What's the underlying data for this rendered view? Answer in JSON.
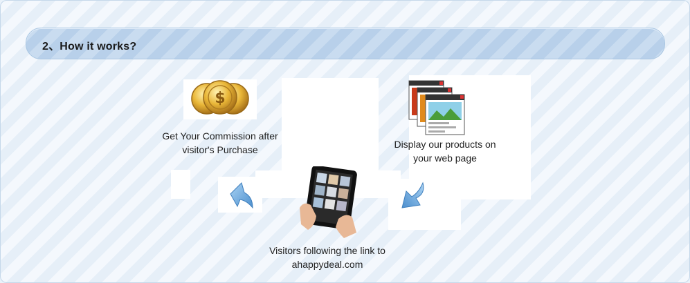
{
  "section": {
    "title": "2、How it works?"
  },
  "steps": [
    {
      "id": "commission",
      "caption_line1": "Get Your Commission after",
      "caption_line2": "visitor's Purchase",
      "icon": "gold-coins-icon"
    },
    {
      "id": "display",
      "caption_line1": "Display our products on",
      "caption_line2": "your web page",
      "icon": "browser-windows-icon"
    },
    {
      "id": "visitors",
      "caption_line1": "Visitors following the link to",
      "caption_line2": "ahappydeal.com",
      "icon": "tablet-hands-icon"
    }
  ],
  "arrows": [
    {
      "name": "up-left-arrow-icon",
      "direction": "up-left"
    },
    {
      "name": "down-left-arrow-icon",
      "direction": "down-left"
    }
  ],
  "colors": {
    "coin_gold": "#e0a829",
    "arrow_blue": "#5b9fd8"
  }
}
